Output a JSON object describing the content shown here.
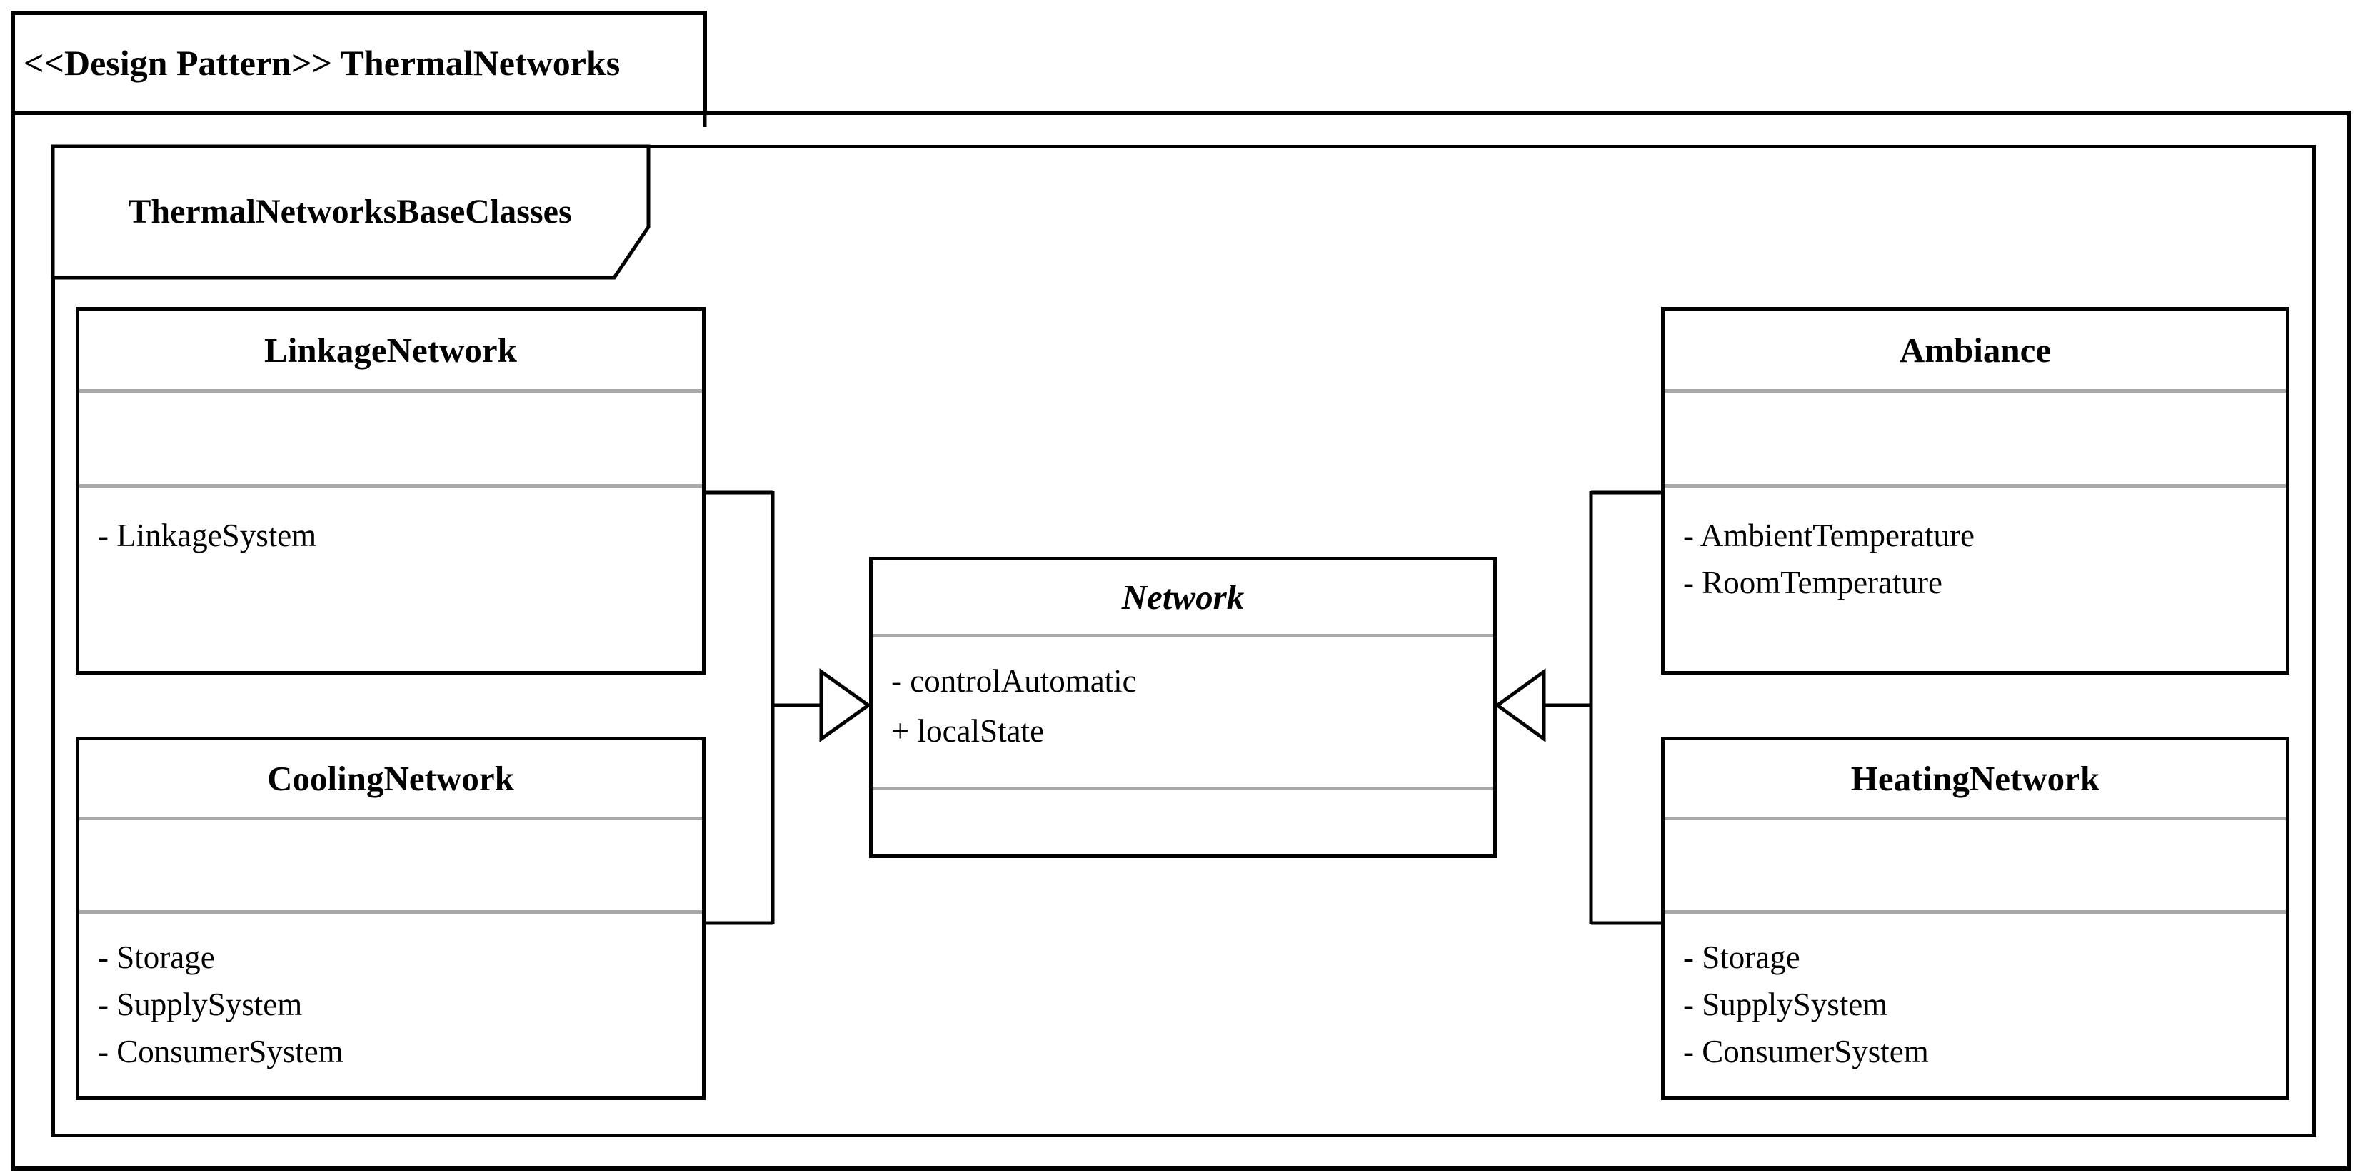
{
  "diagram": {
    "outer_package": {
      "label": "<<Design Pattern>> ThermalNetworks"
    },
    "inner_package": {
      "label": "ThermalNetworksBaseClasses"
    },
    "classes": [
      {
        "name": "LinkageNetwork",
        "abstract": false,
        "attributes": [
          "- LinkageSystem"
        ]
      },
      {
        "name": "CoolingNetwork",
        "abstract": false,
        "attributes": [
          "- Storage",
          "- SupplySystem",
          "- ConsumerSystem"
        ]
      },
      {
        "name": "Network",
        "abstract": true,
        "attributes": [
          "- controlAutomatic",
          "+ localState"
        ]
      },
      {
        "name": "Ambiance",
        "abstract": false,
        "attributes": [
          "- AmbientTemperature",
          "- RoomTemperature"
        ]
      },
      {
        "name": "HeatingNetwork",
        "abstract": false,
        "attributes": [
          "- Storage",
          "- SupplySystem",
          "- ConsumerSystem"
        ]
      }
    ],
    "relationships": [
      {
        "type": "generalization",
        "from": [
          "LinkageNetwork",
          "CoolingNetwork"
        ],
        "to": "Network"
      },
      {
        "type": "generalization",
        "from": [
          "Ambiance",
          "HeatingNetwork"
        ],
        "to": "Network"
      }
    ],
    "colors": {
      "line": "#000000",
      "separator": "#a8a8a8",
      "background": "#ffffff"
    }
  }
}
